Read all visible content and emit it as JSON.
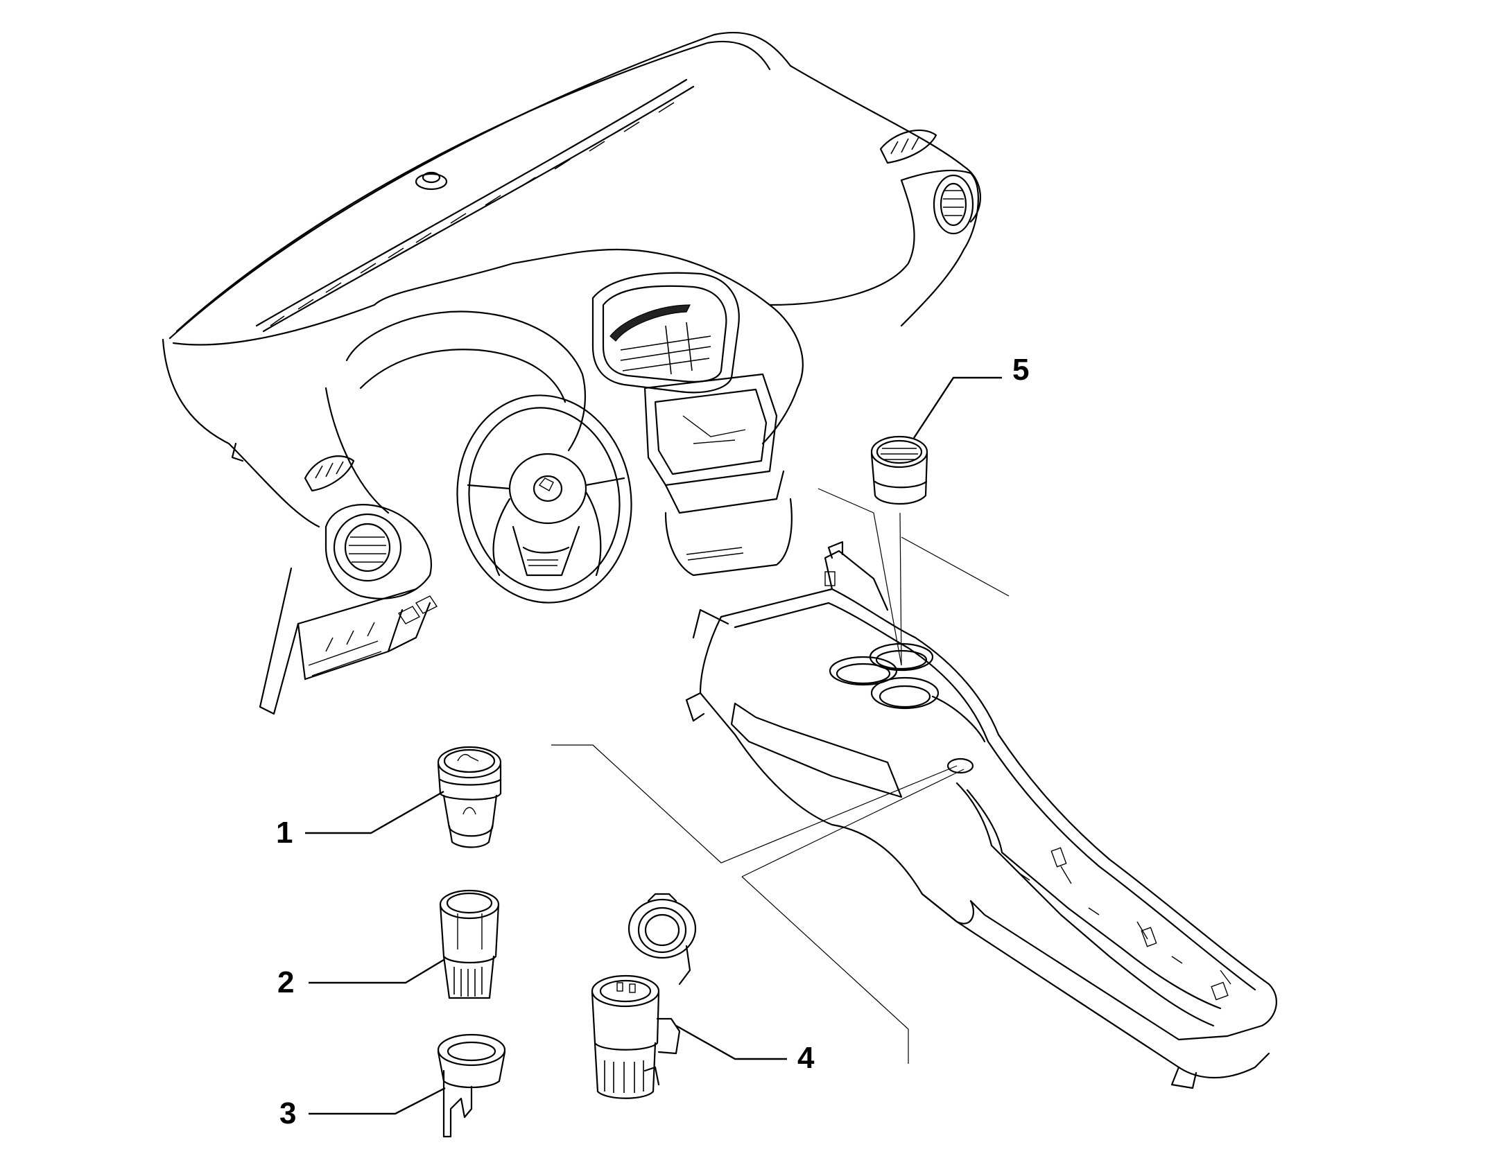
{
  "callouts": [
    {
      "label": "1",
      "part": "cigar-lighter-plug"
    },
    {
      "label": "2",
      "part": "lighter-socket"
    },
    {
      "label": "3",
      "part": "socket-bracket"
    },
    {
      "label": "4",
      "part": "power-socket-with-cap"
    },
    {
      "label": "5",
      "part": "cup-holder-insert"
    }
  ],
  "line_color": "#000000",
  "background_color": "#ffffff"
}
